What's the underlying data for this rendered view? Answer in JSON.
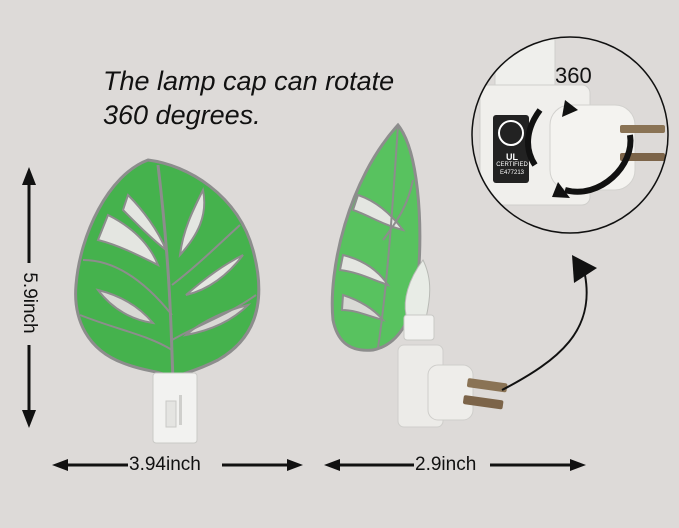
{
  "caption": {
    "text": "The lamp cap can rotate\n360 degrees."
  },
  "dimensions": {
    "height": "5.9inch",
    "width_front": "3.94inch",
    "width_side": "2.9inch"
  },
  "inset": {
    "rotation_label": "360",
    "ul_mark": "UL",
    "ul_certified": "CERTIFIED",
    "ul_code": "E477213"
  },
  "colors": {
    "background": "#dddad8",
    "leaf_green": "#3fb04a",
    "leaf_green_light": "#6ccf6f",
    "lead_silver": "#9a9a9a",
    "plug_white": "#eeeeec",
    "prong_brass": "#8a7355"
  }
}
